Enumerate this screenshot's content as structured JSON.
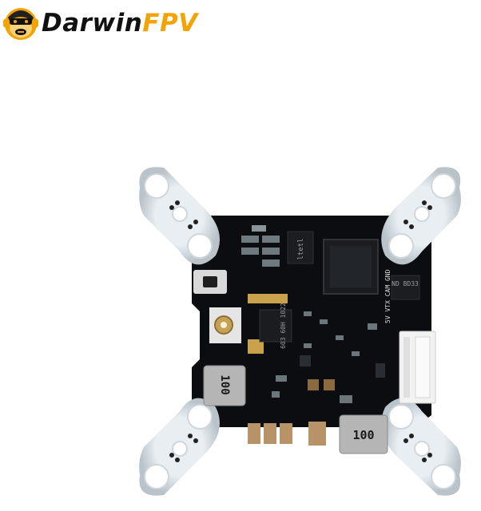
{
  "logo": {
    "brand_part1": "Darwin",
    "brand_part2": "FPV",
    "mark_icon": "monkey-face-icon",
    "accent_color": "#f4a300",
    "text_color": "#111111"
  },
  "board": {
    "inductor_left_label": "100",
    "inductor_bottom_label": "100",
    "chip_mid_label": "603\n60H\n1022",
    "chip_upper_label": "ltetl",
    "chip_right_label": "ND\nBD33",
    "silk_text": "5V VTX CAM GND"
  }
}
